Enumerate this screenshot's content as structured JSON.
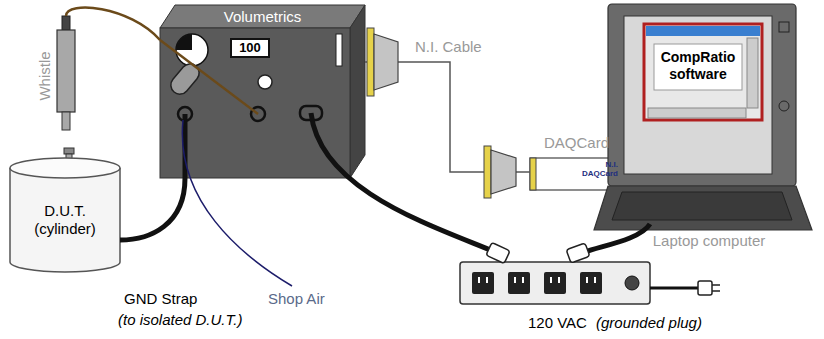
{
  "diagram": {
    "nodes": [
      {
        "text": [
          "Volumetrics"
        ]
      },
      {
        "text": [
          "100"
        ],
        "in": 0
      },
      {
        "text": [
          "D.U.T. (cylinder)"
        ]
      },
      {
        "text": [
          "Whistle"
        ]
      },
      {
        "text": [
          "DAQCard",
          "N.I. DAQCard"
        ]
      },
      {
        "text": [
          "Laptop computer"
        ]
      },
      {
        "text": [
          "CompRatio software"
        ],
        "in": 5
      }
    ],
    "edges": [
      {
        "from": 3,
        "to": 0,
        "arrow": "none"
      },
      {
        "from": 0,
        "to": 2,
        "arrow": "none"
      },
      {
        "from": 0,
        "to": 4,
        "arrow": "none"
      }
    ],
    "labels": [
      "N.I. Cable",
      "GND Strap",
      "(to isolated D.U.T.)",
      "Shop Air",
      "120 VAC",
      "(grounded plug)"
    ]
  }
}
